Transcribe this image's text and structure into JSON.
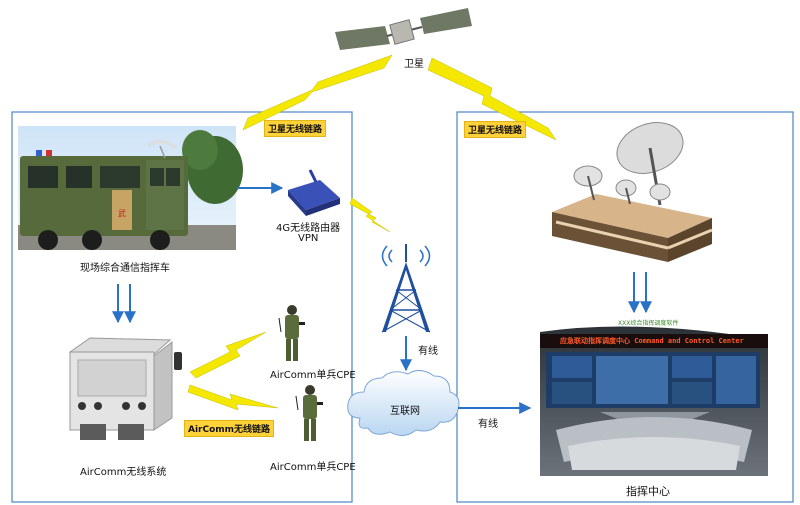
{
  "diagram": {
    "satellite_label": "卫星",
    "left_link_label": "卫星无线链路",
    "right_link_label": "卫星无线链路",
    "vehicle_label": "现场综合通信指挥车",
    "router_label_line1": "4G无线路由器",
    "router_label_line2": "VPN",
    "airlink_label": "AirComm无线链路",
    "aircomm_system_label": "AirComm无线系统",
    "cpe_top_label": "AirComm单兵CPE",
    "cpe_bottom_label": "AirComm单兵CPE",
    "tower_wired_label": "有线",
    "internet_label": "互联网",
    "center_wired_label": "有线",
    "screen_title": "应急联动指挥调度中心   Command and Control Center",
    "screen_caption": "XXX综合指挥调度软件",
    "command_center_label": "指挥中心",
    "colors": {
      "box_border": "#4a86c5",
      "arrow_blue": "#2a72c8",
      "lightning_yellow": "#f4e800",
      "tag_yellow": "#ffd23a"
    }
  }
}
